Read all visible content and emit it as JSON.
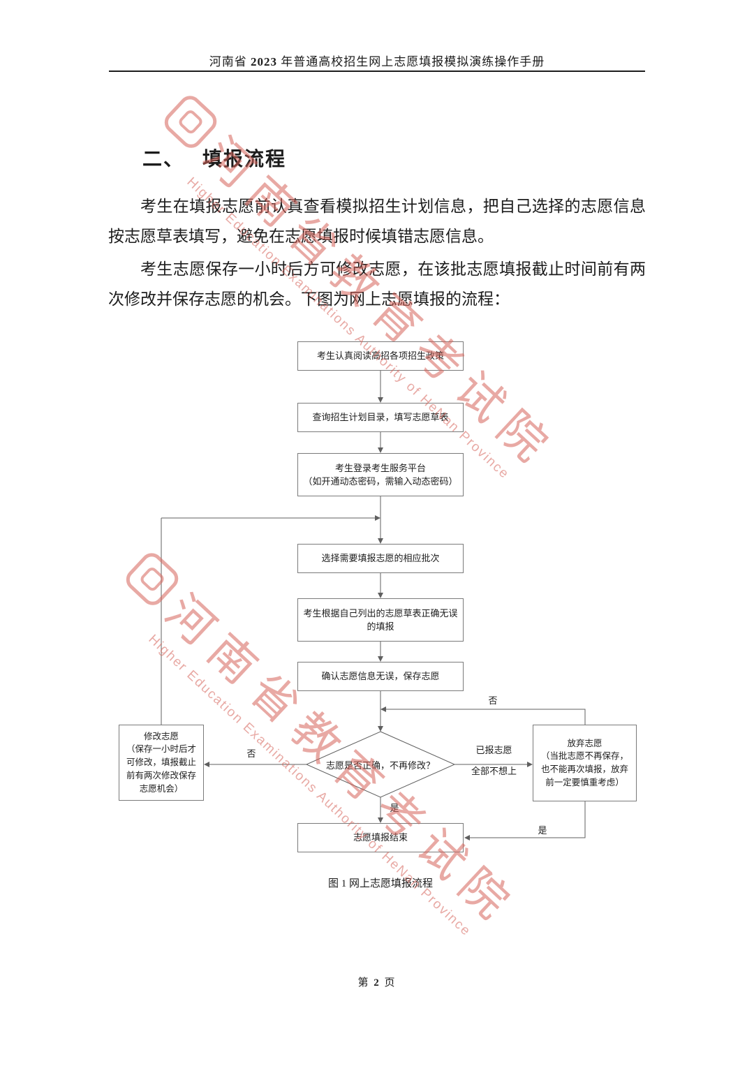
{
  "header": {
    "pre": "河南省 ",
    "year": "2023",
    "post": " 年普通高校招生网上志愿填报模拟演练操作手册"
  },
  "section": {
    "number": "二、",
    "title": "填报流程"
  },
  "paragraphs": {
    "p1": "考生在填报志愿前认真查看模拟招生计划信息，把自己选择的志愿信息按志愿草表填写，避免在志愿填报时候填错志愿信息。",
    "p2": "考生志愿保存一小时后方可修改志愿，在该批志愿填报截止时间前有两次修改并保存志愿的机会。下图为网上志愿填报的流程："
  },
  "flowchart": {
    "step1": "考生认真阅读高招各项招生政策",
    "step2": "查询招生计划目录，填写志愿草表",
    "step3": "考生登录考生服务平台\n（如开通动态密码，需输入动态密码）",
    "step4": "选择需要填报志愿的相应批次",
    "step5": "考生根据自己列出的志愿草表正确无误\n的填报",
    "step6": "确认志愿信息无误，保存志愿",
    "decision": "志愿是否正确，不再修改？",
    "modify": "修改志愿\n（保存一小时后才\n可修改，填报截止\n前有两次修改保存\n志愿机会）",
    "abandon": "放弃志愿\n（当批志愿不再保存，\n也不能再次填报，放弃\n前一定要慎重考虑）",
    "end": "志愿填报结束",
    "labels": {
      "no_left": "否",
      "no_top": "否",
      "yes_down": "是",
      "yes_right": "是",
      "right_branch": "已报志愿\n全部不想上"
    },
    "caption": "图 1 网上志愿填报流程"
  },
  "watermark": {
    "cn": "河南省教育考试院",
    "en": "Higher Education Examinations Authority of HeNan Province"
  },
  "footer": {
    "prefix": "第",
    "page": "2",
    "suffix": "页"
  },
  "colors": {
    "watermark": "#d5625a",
    "line": "#5f5f5f",
    "box_border": "#7a7a7a"
  }
}
